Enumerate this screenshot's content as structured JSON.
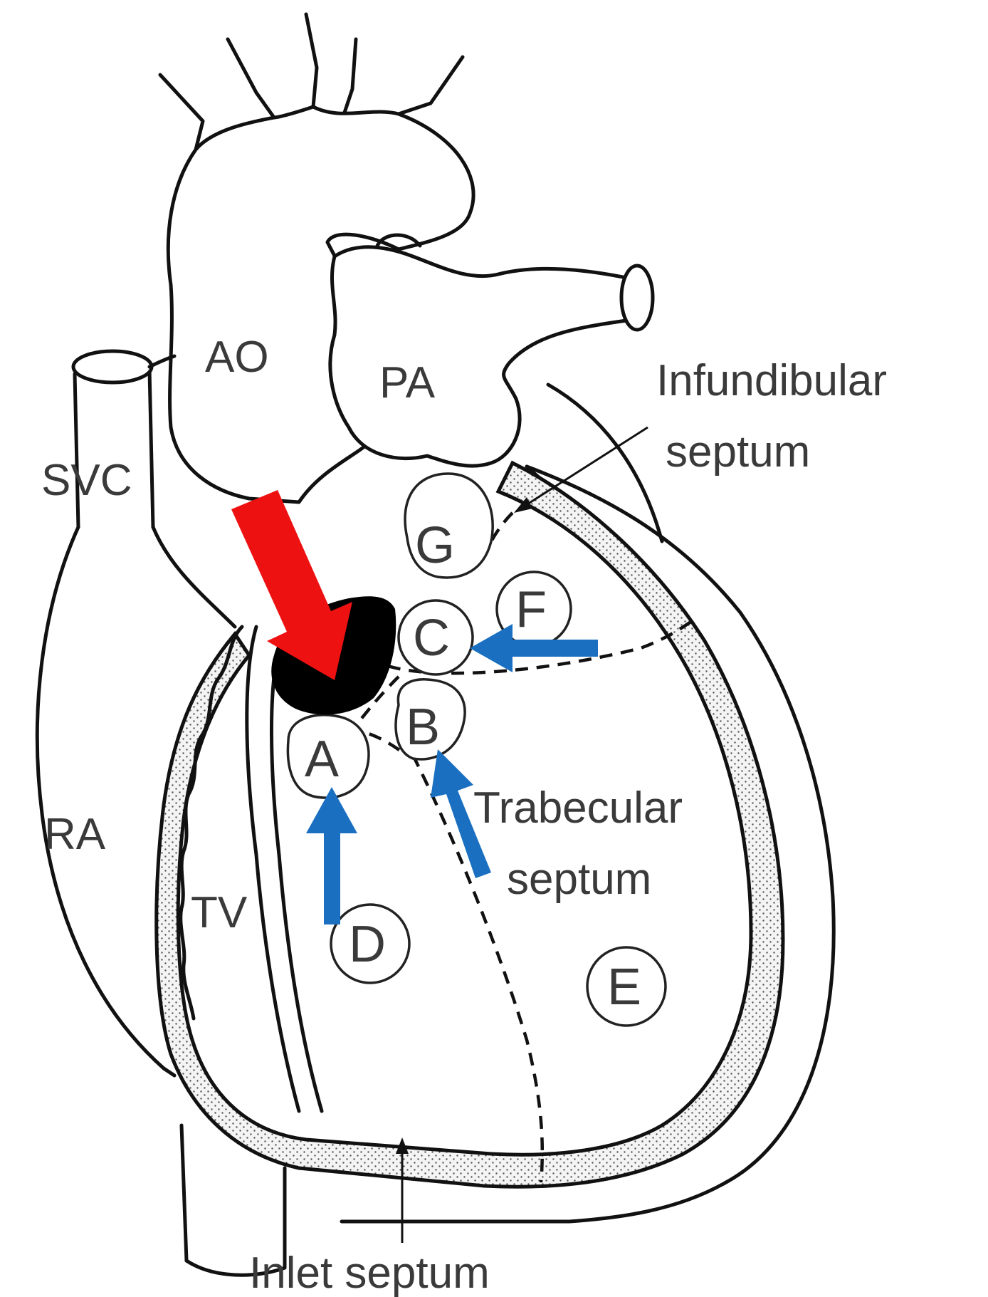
{
  "diagram": {
    "structure_labels": {
      "ao": "AO",
      "pa": "PA",
      "svc": "SVC",
      "ra": "RA",
      "tv": "TV"
    },
    "septum_labels": {
      "infundibular_line1": "Infundibular",
      "infundibular_line2": "septum",
      "trabecular_line1": "Trabecular",
      "trabecular_line2": "septum",
      "inlet": "Inlet septum"
    },
    "region_labels": {
      "a": "A",
      "b": "B",
      "c": "C",
      "d": "D",
      "e": "E",
      "f": "F",
      "g": "G"
    },
    "colors": {
      "red_arrow": "#ee1111",
      "blue_arrow": "#1a6fc0",
      "defect_fill": "#000000",
      "outline": "#111111",
      "text": "#3a3a3a"
    }
  }
}
